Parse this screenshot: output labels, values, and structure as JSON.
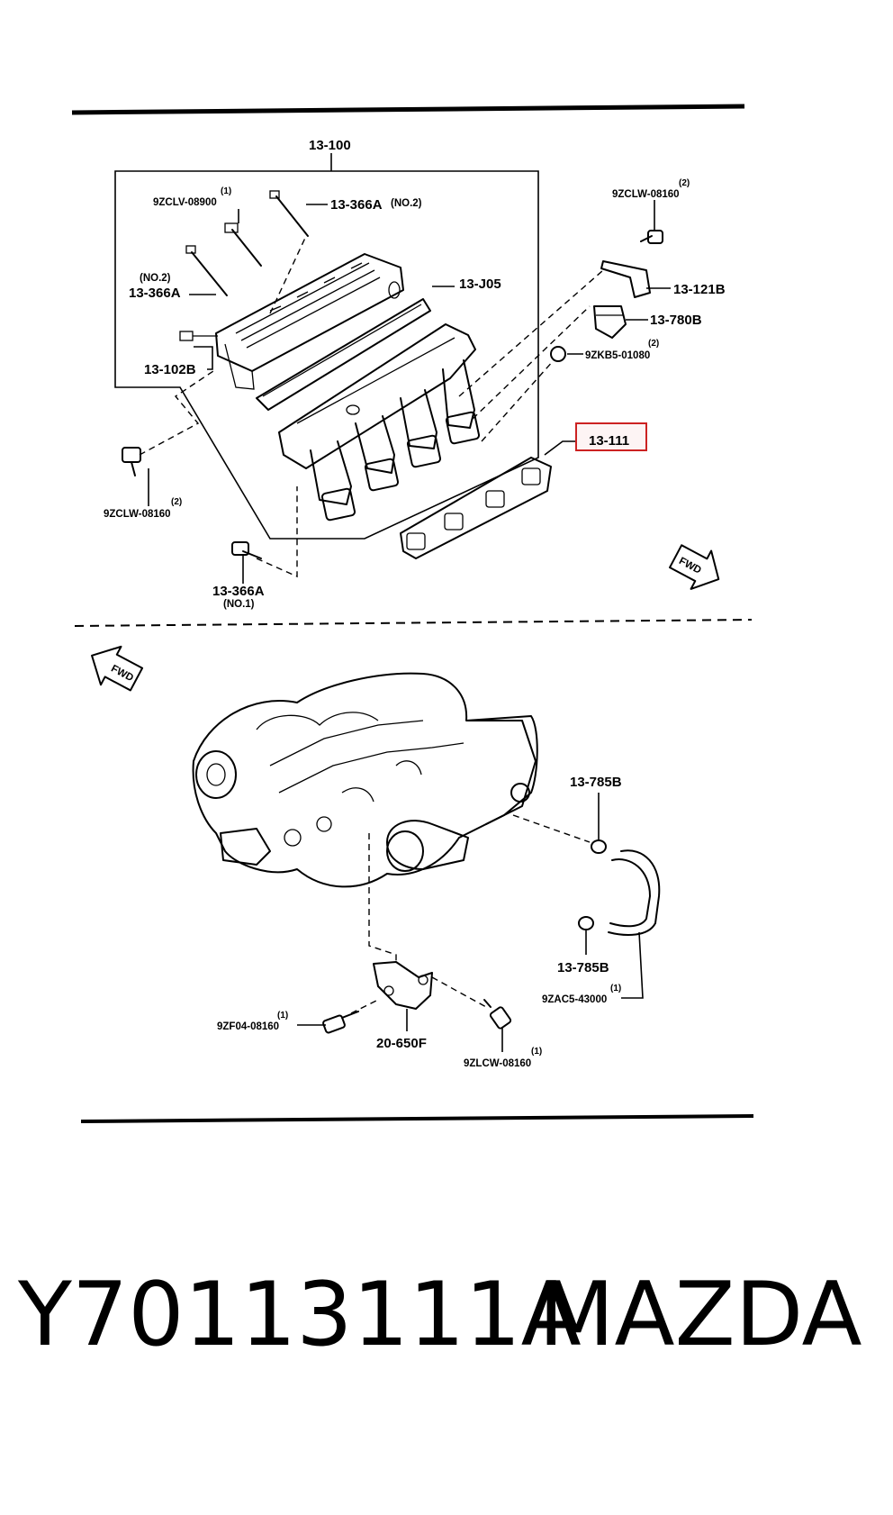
{
  "callouts": {
    "c13_100": "13-100",
    "c9zclv_qty": "(1)",
    "c9zclv": "9ZCLV-08900",
    "c13_366a_no2_top": "13-366A",
    "c13_366a_no2_top_note": "(NO.2)",
    "c9zclw_tr_qty": "(2)",
    "c9zclw_tr": "9ZCLW-08160",
    "c13_366a_left_note": "(NO.2)",
    "c13_366a_left": "13-366A",
    "c13_j05": "13-J05",
    "c13_121b": "13-121B",
    "c13_780b": "13-780B",
    "c9zkb5_qty": "(2)",
    "c9zkb5": "9ZKB5-01080",
    "c13_102b": "13-102B",
    "c13_111": "13-111",
    "c9zclw_l_qty": "(2)",
    "c9zclw_l": "9ZCLW-08160",
    "c13_366a_no1": "13-366A",
    "c13_366a_no1_note": "(NO.1)",
    "fwd_right": "FWD",
    "fwd_left": "FWD",
    "c13_785b_top": "13-785B",
    "c13_785b_bottom": "13-785B",
    "c9zac5_qty": "(1)",
    "c9zac5": "9ZAC5-43000",
    "c9zf04_qty": "(1)",
    "c9zf04": "9ZF04-08160",
    "c20_650f": "20-650F",
    "c9zlcw_qty": "(1)",
    "c9zlcw": "9ZLCW-08160"
  },
  "highlight_color": "#cc2222",
  "caption": {
    "part_number": "Y70113111A",
    "brand": "MAZDA"
  }
}
